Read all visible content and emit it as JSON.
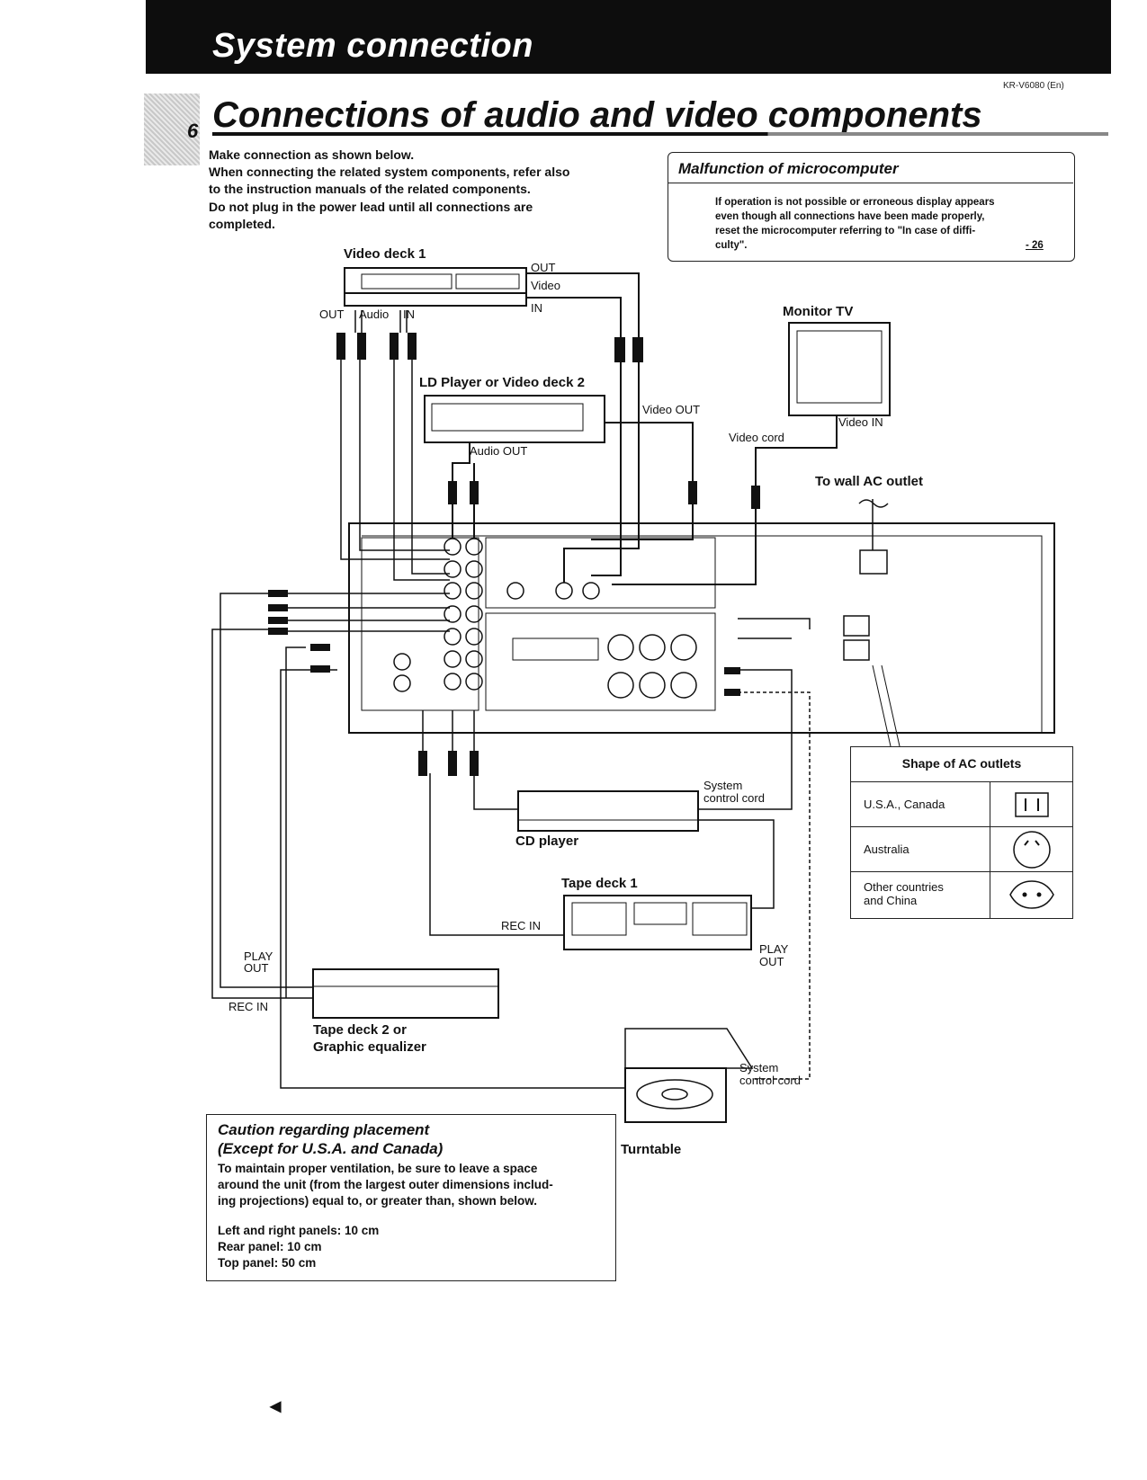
{
  "header": {
    "title": "System connection",
    "model_code": "KR-V6080 (En)"
  },
  "section": {
    "number": "6",
    "title": "Connections of audio and video components"
  },
  "intro": {
    "line1": "Make  connection as shown below.",
    "line2": "When connecting the related system components, refer also",
    "line3": "to the instruction manuals of the related components.",
    "line4": "Do  not  plug  in  the  power  lead  until  all  connections  are",
    "line5": "completed."
  },
  "malfunction": {
    "title": "Malfunction of microcomputer",
    "line1": "If operation is not possible or erroneous display appears",
    "line2": "even though all connections have been made properly,",
    "line3": "reset the microcomputer referring to \"In case of diffi-",
    "line4": "culty\".",
    "page_ref": "- 26"
  },
  "diagram": {
    "video_deck_1": "Video deck 1",
    "out": "OUT",
    "video": "Video",
    "in": "IN",
    "out_left": "OUT",
    "audio": "Audio",
    "in_left": "IN",
    "ld_player": "LD Player or Video deck 2",
    "video_out": "Video OUT",
    "audio_out": "Audio OUT",
    "monitor_tv": "Monitor TV",
    "video_in": "Video IN",
    "video_cord": "Video cord",
    "wall_outlet": "To wall AC outlet",
    "system_control_cord_1": "System",
    "system_control_cord_1b": "control cord",
    "cd_player": "CD player",
    "tape_deck_1": "Tape deck 1",
    "rec_in": "REC IN",
    "play_out_right_1": "PLAY",
    "play_out_right_2": "OUT",
    "play_out_left_1": "PLAY",
    "play_out_left_2": "OUT",
    "rec_in_left": "REC IN",
    "tape_deck_2_1": "Tape  deck  2  or",
    "tape_deck_2_2": "Graphic equalizer",
    "system_control_cord_2": "System",
    "system_control_cord_2b": "control cord",
    "turntable": "Turntable"
  },
  "ac_outlets": {
    "title": "Shape of AC outlets",
    "rows": [
      {
        "name": "U.S.A., Canada",
        "icon": "us-plug-icon"
      },
      {
        "name": "Australia",
        "icon": "au-plug-icon"
      },
      {
        "name_1": "Other countries",
        "name_2": "and China",
        "icon": "eu-plug-icon"
      }
    ]
  },
  "caution": {
    "title_1": "Caution regarding placement",
    "title_2": "(Except for U.S.A. and Canada)",
    "line1": "To maintain proper ventilation, be sure to leave a space",
    "line2": "around the unit (from the largest outer dimensions includ-",
    "line3": "ing projections) equal to, or greater than, shown below.",
    "line4": "Left and right panels: 10 cm",
    "line5": "Rear panel: 10 cm",
    "line6": "Top panel: 50 cm"
  },
  "page_marker": "◀"
}
